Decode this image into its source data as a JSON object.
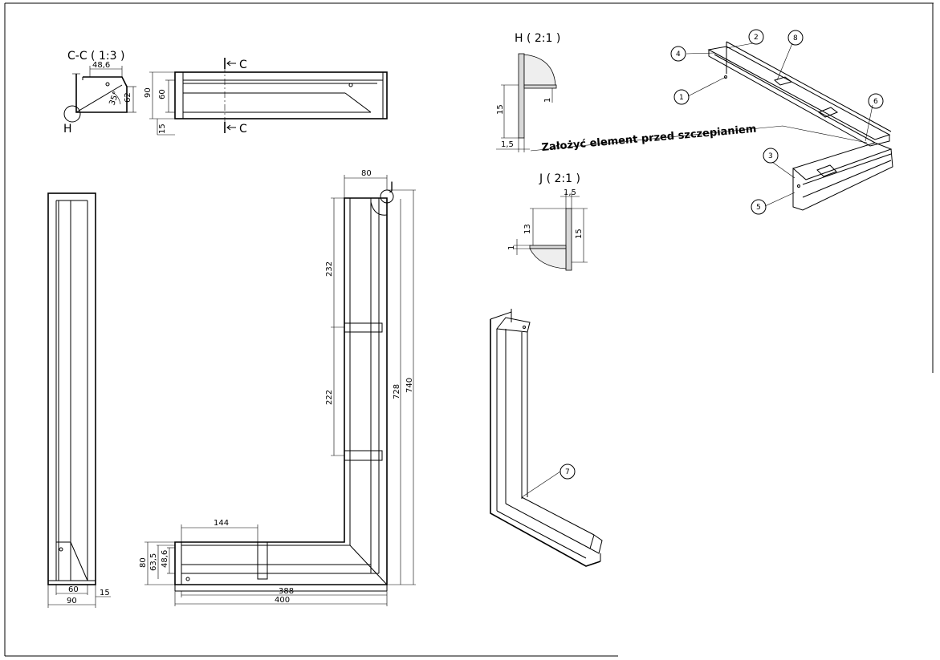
{
  "views": {
    "section_cc": {
      "title": "C-C ( 1:3 )",
      "detail_label": "H",
      "dims": {
        "width_top": "48,6",
        "angle": "35°",
        "height_right": "62"
      }
    },
    "top_view": {
      "cut_label_top": "C",
      "cut_label_bottom": "C",
      "dims": {
        "outer_height": "90",
        "inner_height": "60",
        "flange": "15"
      }
    },
    "side_view": {
      "dims": {
        "inner": "60",
        "outer": "90",
        "flange": "15"
      }
    },
    "front_view": {
      "detail_label": "J",
      "dims": {
        "top_width": "80",
        "seg_upper": "232",
        "seg_lower": "222",
        "inner_height": "728",
        "outer_height": "740",
        "bottom_offset": "144",
        "left_outer": "80",
        "left_mid": "63,5",
        "left_inner": "48,6",
        "inner_length": "388",
        "outer_length": "400"
      }
    },
    "detail_h": {
      "title": "H ( 2:1 )",
      "dims": {
        "height": "15",
        "gap": "1",
        "thickness": "1,5"
      }
    },
    "detail_j": {
      "title": "J ( 2:1 )",
      "dims": {
        "thickness": "1,5",
        "height_left": "13",
        "height_right": "15",
        "gap": "1"
      }
    },
    "isometric": {
      "note": "Założyć element przed szczepianiem",
      "balloons": [
        "1",
        "2",
        "3",
        "4",
        "5",
        "6",
        "8"
      ]
    },
    "iso_part": {
      "balloons": [
        "7"
      ]
    }
  }
}
